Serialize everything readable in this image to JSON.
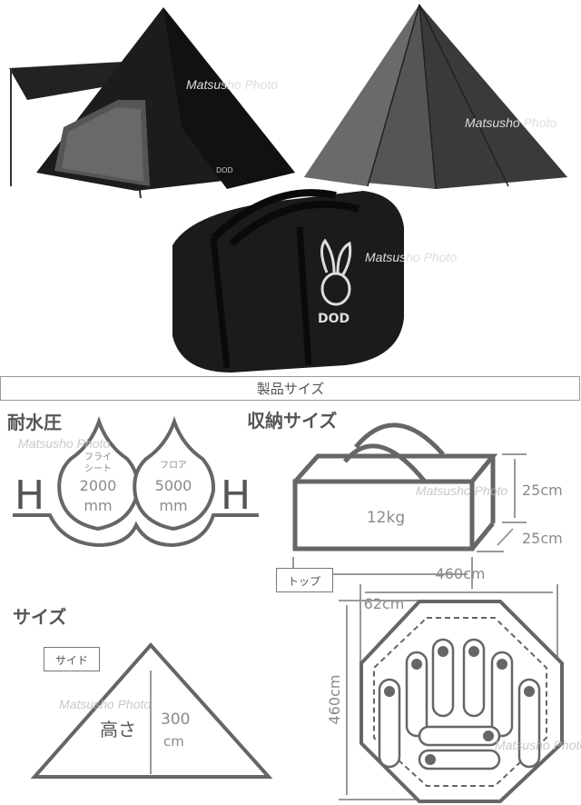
{
  "watermark": "Matsusho Photo",
  "bag_logo": "DOD",
  "section_header": "製品サイズ",
  "water_pressure": {
    "title": "耐水圧",
    "fly_label_1": "フライ",
    "fly_label_2": "シート",
    "fly_value": "2000",
    "fly_unit": "mm",
    "floor_label": "フロア",
    "floor_value": "5000",
    "floor_unit": "mm",
    "h_letter": "H"
  },
  "storage": {
    "title": "収納サイズ",
    "weight": "12kg",
    "height": "25cm",
    "depth": "25cm",
    "width": "62cm"
  },
  "size": {
    "title": "サイズ",
    "side_tag": "サイド",
    "height_label": "高さ",
    "height_value": "300",
    "height_unit": "cm",
    "top_tag": "トップ",
    "top_width": "460cm",
    "top_depth": "460cm"
  },
  "colors": {
    "diagram_stroke": "#666666",
    "dimension": "#9a9a9a",
    "tent": "#1a1a1a"
  }
}
